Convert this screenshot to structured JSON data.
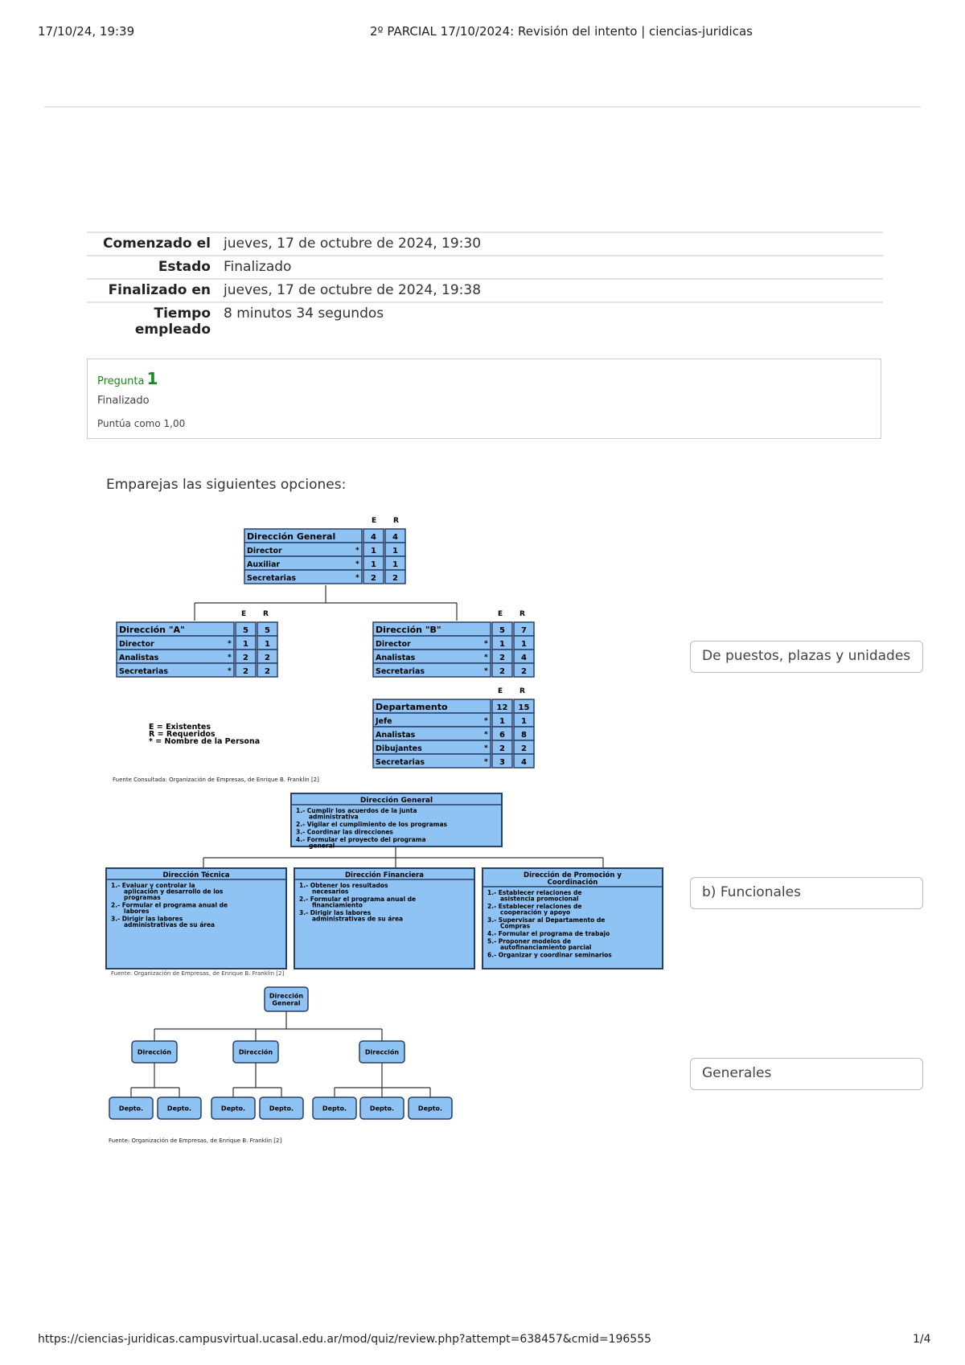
{
  "header": {
    "datetime": "17/10/24, 19:39",
    "title": "2º PARCIAL 17/10/2024: Revisión del intento | ciencias-juridicas"
  },
  "summary": [
    {
      "label": "Comenzado el",
      "value": "jueves, 17 de octubre de 2024, 19:30"
    },
    {
      "label": "Estado",
      "value": "Finalizado"
    },
    {
      "label": "Finalizado en",
      "value": "jueves, 17 de octubre de 2024, 19:38"
    },
    {
      "label": "Tiempo empleado",
      "value": "8 minutos 34 segundos"
    }
  ],
  "question": {
    "label": "Pregunta",
    "number": "1",
    "status": "Finalizado",
    "points": "Puntúa como 1,00",
    "prompt": "Emparejas las siguientes opciones:"
  },
  "chart1": {
    "er": [
      "E",
      "R"
    ],
    "top": {
      "rows": [
        [
          "Dirección General",
          "4",
          "4"
        ],
        [
          "Director",
          "1",
          "1"
        ],
        [
          "Auxiliar",
          "1",
          "1"
        ],
        [
          "Secretarias",
          "2",
          "2"
        ]
      ]
    },
    "a": {
      "rows": [
        [
          "Dirección        \"A\"",
          "5",
          "5"
        ],
        [
          "Director",
          "1",
          "1"
        ],
        [
          "Analistas",
          "2",
          "2"
        ],
        [
          "Secretarias",
          "2",
          "2"
        ]
      ]
    },
    "b": {
      "rows": [
        [
          "Dirección        \"B\"",
          "5",
          "7"
        ],
        [
          "Director",
          "1",
          "1"
        ],
        [
          "Analistas",
          "2",
          "4"
        ],
        [
          "Secretarias",
          "2",
          "2"
        ]
      ]
    },
    "dept": {
      "rows": [
        [
          "Departamento",
          "12",
          "15"
        ],
        [
          "Jefe",
          "1",
          "1"
        ],
        [
          "Analistas",
          "6",
          "8"
        ],
        [
          "Dibujantes",
          "2",
          "2"
        ],
        [
          "Secretarias",
          "3",
          "4"
        ]
      ]
    },
    "legend": [
      "E = Existentes",
      "R = Requeridos",
      "* = Nombre de la Persona"
    ],
    "source": "Fuente Consultada: Organización de Empresas, de Enrique B. Franklin [2]"
  },
  "chart2": {
    "top": {
      "title": "Dirección General",
      "items": [
        "1.- Cumplir los acuerdos de la junta administrativa",
        "2.- Vigilar el cumplimiento de los programas",
        "3.- Coordinar las direcciones",
        "4.- Formular el proyecto del programa general"
      ]
    },
    "boxes": [
      {
        "title": "Dirección Técnica",
        "items": [
          "1.- Evaluar y controlar la aplicación y desarrollo de los programas",
          "2.- Formular el programa anual de labores",
          "3.- Dirigir las labores administrativas de su área"
        ]
      },
      {
        "title": "Dirección Financiera",
        "items": [
          "1.- Obtener los resultados necesarios",
          "2.- Formular el programa anual de financiamiento",
          "3.- Dirigir las labores administrativas de su área"
        ]
      },
      {
        "title": "Dirección de Promoción y Coordinación",
        "items": [
          "1.- Establecer relaciones de asistencia promocional",
          "2.- Establecer relaciones de cooperación y apoyo",
          "3.- Supervisar al Departamento de Compras",
          "4.- Formular el programa de trabajo",
          "5.- Proponer modelos de autofinanciamiento parcial",
          "6.- Organizar y coordinar seminarios"
        ]
      }
    ],
    "source": "Fuente: Organización de Empresas, de Enrique B. Franklin [2]"
  },
  "chart3": {
    "top": "Dirección General",
    "mid": [
      "Dirección",
      "Dirección",
      "Dirección"
    ],
    "leaf": [
      "Depto.",
      "Depto.",
      "Depto.",
      "Depto.",
      "Depto.",
      "Depto.",
      "Depto."
    ],
    "source": "Fuente: Organización de Empresas, de Enrique B. Franklin [2]"
  },
  "answers": [
    "De puestos, plazas y unidades",
    "b) Funcionales",
    "Generales"
  ],
  "footer": {
    "url": "https://ciencias-juridicas.campusvirtual.ucasal.edu.ar/mod/quiz/review.php?attempt=638457&cmid=196555",
    "page": "1/4"
  },
  "colors": {
    "box_fill": "#8ec3f3",
    "box_stroke": "#2a3f66",
    "question_green": "#1a8a1a"
  }
}
